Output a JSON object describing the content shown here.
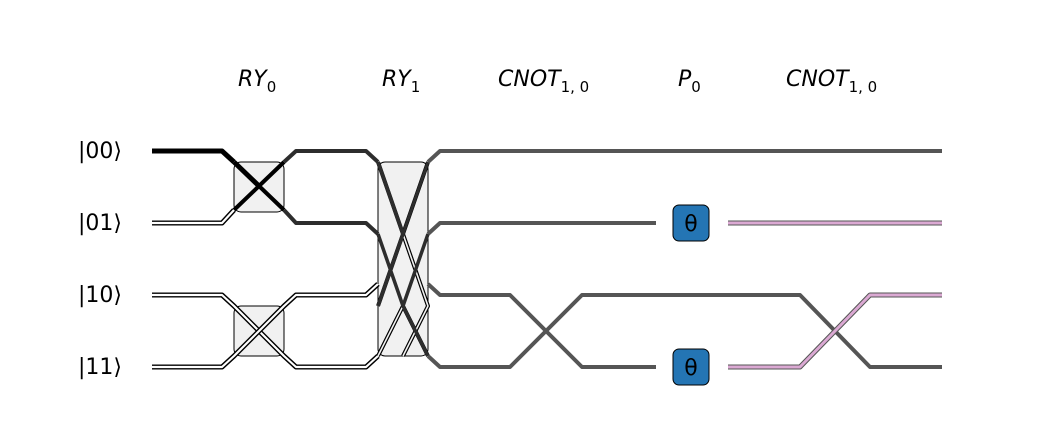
{
  "gates": [
    {
      "name": "RY",
      "sub": "0"
    },
    {
      "name": "RY",
      "sub": "1"
    },
    {
      "name": "CNOT",
      "sub": "1, 0"
    },
    {
      "name": "P",
      "sub": "0"
    },
    {
      "name": "CNOT",
      "sub": "1, 0"
    }
  ],
  "states": [
    "|00⟩",
    "|01⟩",
    "|10⟩",
    "|11⟩"
  ],
  "phase_symbol": "θ",
  "colors": {
    "wire": "#000000",
    "gray_wire": "#555555",
    "phase_wire": "#dba9d3",
    "phase_box": "#2475b4",
    "gate_box": "#f1f1f1"
  }
}
